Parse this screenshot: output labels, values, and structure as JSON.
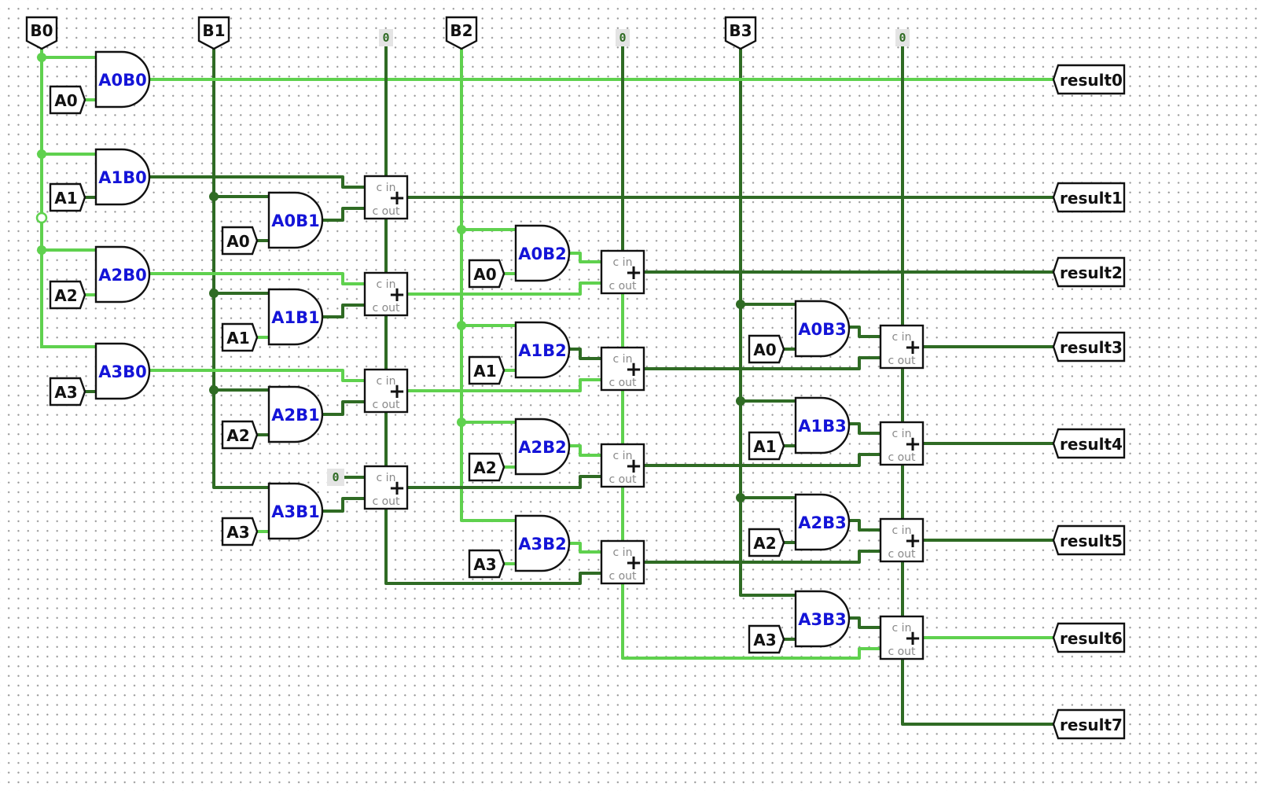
{
  "inputs_b": [
    "B0",
    "B1",
    "B2",
    "B3"
  ],
  "inputs_a": [
    "A0",
    "A1",
    "A2",
    "A3"
  ],
  "constant_value": "0",
  "gates": [
    "A0B0",
    "A1B0",
    "A2B0",
    "A3B0",
    "A0B1",
    "A1B1",
    "A2B1",
    "A3B1",
    "A0B2",
    "A1B2",
    "A2B2",
    "A3B2",
    "A0B3",
    "A1B3",
    "A2B3",
    "A3B3"
  ],
  "adder_labels": {
    "cin": "c in",
    "cout": "c out",
    "op": "+"
  },
  "outputs": [
    "result0",
    "result1",
    "result2",
    "result3",
    "result4",
    "result5",
    "result6",
    "result7"
  ],
  "colors": {
    "wire_high": "#5fd14e",
    "wire_low": "#2f6b24",
    "gate_label": "#1414d8",
    "constant": "#2f6b24"
  }
}
